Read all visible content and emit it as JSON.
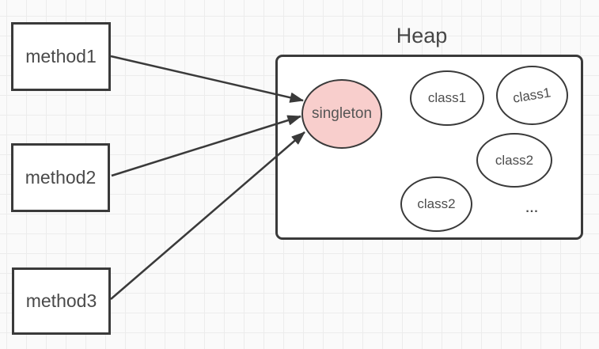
{
  "heap": {
    "title": "Heap",
    "objects": [
      {
        "label": "class1"
      },
      {
        "label": "class1"
      },
      {
        "label": "class2"
      },
      {
        "label": "class2"
      }
    ],
    "ellipsis_label": "..."
  },
  "singleton": {
    "label": "singleton"
  },
  "methods": [
    {
      "label": "method1"
    },
    {
      "label": "method2"
    },
    {
      "label": "method3"
    }
  ],
  "connections": [
    {
      "from": "method1",
      "to": "singleton"
    },
    {
      "from": "method2",
      "to": "singleton"
    },
    {
      "from": "method3",
      "to": "singleton"
    }
  ],
  "colors": {
    "shape_stroke": "#3a3a3a",
    "singleton_fill": "#f8cecc",
    "label_text": "#4a4a4a",
    "canvas_bg": "#fafafa",
    "grid_line": "#ececec"
  }
}
